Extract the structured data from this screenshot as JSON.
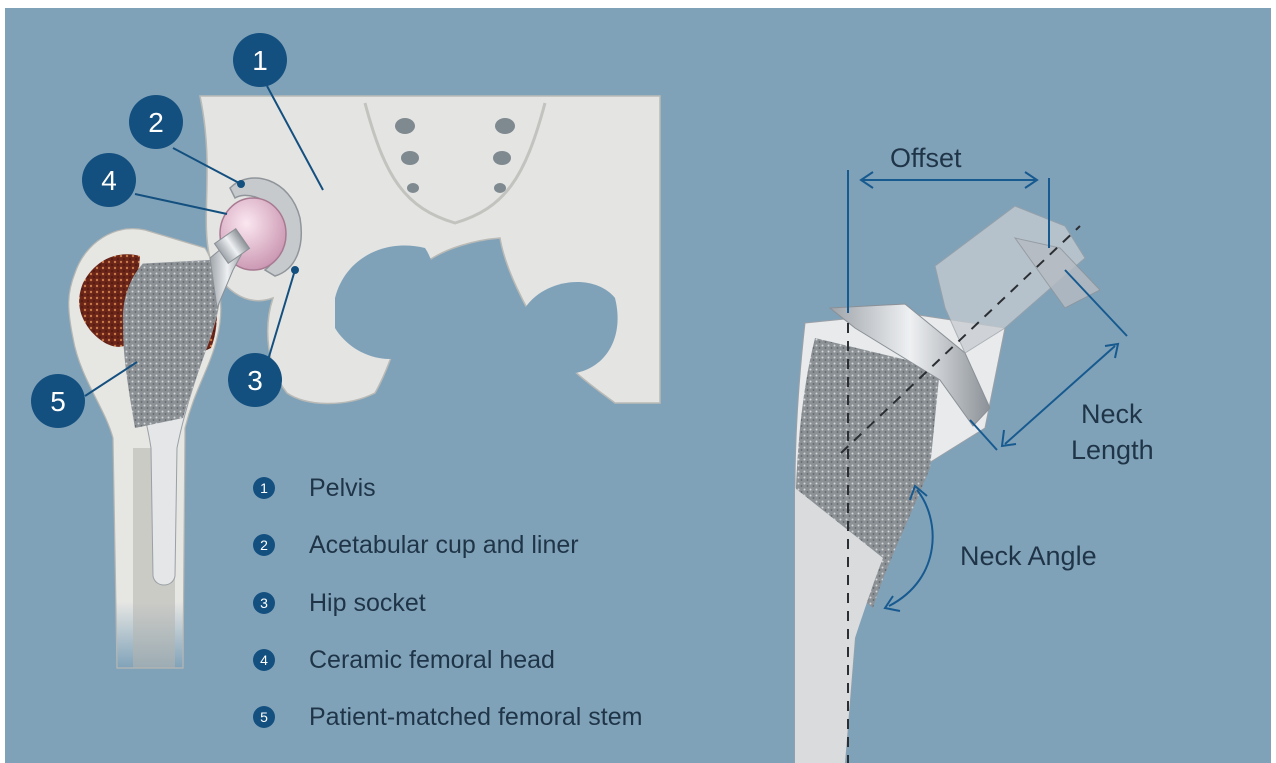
{
  "callouts": [
    {
      "number": "1",
      "term": "Pelvis"
    },
    {
      "number": "2",
      "term": "Acetabular cup and liner"
    },
    {
      "number": "3",
      "term": "Hip socket"
    },
    {
      "number": "4",
      "term": "Ceramic femoral head"
    },
    {
      "number": "5",
      "term": "Patient-matched femoral stem"
    }
  ],
  "dimensions": {
    "offset": "Offset",
    "neck_length_line1": "Neck",
    "neck_length_line2": "Length",
    "neck_angle": "Neck Angle"
  },
  "colors": {
    "background": "#80a2b9",
    "callout_fill": "#14507f",
    "arrow": "#175a8f",
    "text": "#1f3547",
    "bone": "#e3e3e1",
    "porous_coating": "#8a8f94",
    "metal": "#c8ccd0",
    "ceramic_head": "#e8c3d4",
    "marrow": "#7a2a1e"
  }
}
